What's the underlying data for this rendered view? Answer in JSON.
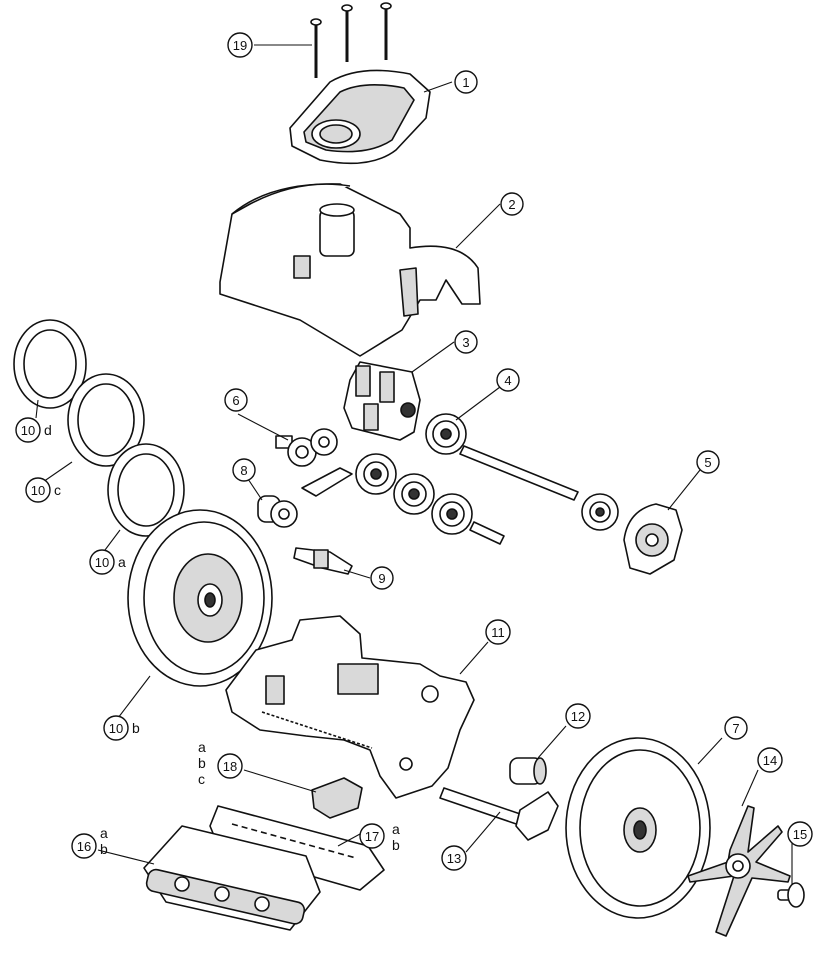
{
  "callouts": [
    {
      "id": "c19",
      "num": "19",
      "suffix": ""
    },
    {
      "id": "c1",
      "num": "1",
      "suffix": ""
    },
    {
      "id": "c2",
      "num": "2",
      "suffix": ""
    },
    {
      "id": "c3",
      "num": "3",
      "suffix": ""
    },
    {
      "id": "c4",
      "num": "4",
      "suffix": ""
    },
    {
      "id": "c5",
      "num": "5",
      "suffix": ""
    },
    {
      "id": "c6",
      "num": "6",
      "suffix": ""
    },
    {
      "id": "c8",
      "num": "8",
      "suffix": ""
    },
    {
      "id": "c9",
      "num": "9",
      "suffix": ""
    },
    {
      "id": "c10d",
      "num": "10",
      "suffix": "d"
    },
    {
      "id": "c10c",
      "num": "10",
      "suffix": "c"
    },
    {
      "id": "c10a",
      "num": "10",
      "suffix": "a"
    },
    {
      "id": "c10b",
      "num": "10",
      "suffix": "b"
    },
    {
      "id": "c11",
      "num": "11",
      "suffix": ""
    },
    {
      "id": "c12",
      "num": "12",
      "suffix": ""
    },
    {
      "id": "c7",
      "num": "7",
      "suffix": ""
    },
    {
      "id": "c14",
      "num": "14",
      "suffix": ""
    },
    {
      "id": "c15",
      "num": "15",
      "suffix": ""
    },
    {
      "id": "c13",
      "num": "13",
      "suffix": ""
    },
    {
      "id": "c18",
      "num": "18",
      "suffix": ""
    },
    {
      "id": "c17",
      "num": "17",
      "suffix": ""
    },
    {
      "id": "c16",
      "num": "16",
      "suffix": ""
    }
  ],
  "variant_labels": {
    "part18": [
      "a",
      "b",
      "c"
    ],
    "part17": [
      "a",
      "b"
    ],
    "part16": [
      "a",
      "b"
    ]
  }
}
